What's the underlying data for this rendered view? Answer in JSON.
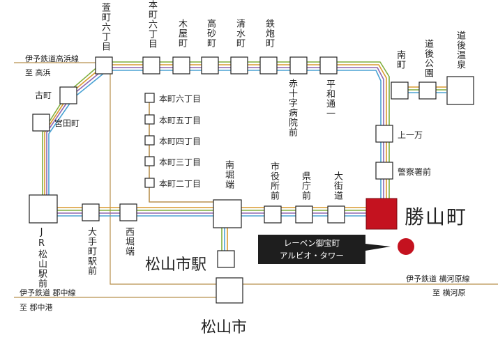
{
  "colors": {
    "line_orange": "#d99a2f",
    "line_green": "#7fae3c",
    "line_blue": "#4aa2d4",
    "line_purple": "#8f67b0",
    "line_red": "#b03040",
    "line_iyo": "#b8904e",
    "highlight_station": "#c4121f",
    "marker": "#c4121f",
    "callout_bg": "#1e1e1e"
  },
  "stations": {
    "kayamachi": "萱町六丁目",
    "honmachi6_top": "本町六丁目",
    "kiyamachi": "木屋町",
    "takasagomachi": "高砂町",
    "shimizumachi": "清水町",
    "teppomachi": "鉄炮町",
    "sekijuji": "赤十字病院前",
    "heiwadori": "平和通一",
    "minamimachi": "南町",
    "dogokoen": "道後公園",
    "dogoonsen": "道後温泉",
    "komachi": "古町",
    "miyatacho": "宮田町",
    "honmachi6": "本町六丁目",
    "honmachi5": "本町五丁目",
    "honmachi4": "本町四丁目",
    "honmachi3": "本町三丁目",
    "honmachi2": "本町二丁目",
    "kamiichiman": "上一万",
    "keisatsushomae": "警察署前",
    "minamihoribata": "南堀端",
    "shiyakushomae": "市役所前",
    "kenchomae": "県庁前",
    "okaido": "大街道",
    "katsuyamacho": "勝山町",
    "jr_matsuyama": "JR松山駅前",
    "otemachi": "大手町駅前",
    "nishihoribata": "西堀端",
    "matsuyamashi_eki": "松山市駅",
    "matsuyamashi": "松山市"
  },
  "railways": {
    "takahama_line": "伊予鉄道高浜線",
    "takahama_dest": "至 高浜",
    "gunchu_line": "伊予鉄道 郡中線",
    "gunchu_dest": "至 郡中港",
    "yokogawara_line": "伊予鉄道 横河原線",
    "yokogawara_dest": "至 横河原"
  },
  "callout": {
    "line1": "レーベン御宝町",
    "line2": "アルビオ・タワー"
  }
}
